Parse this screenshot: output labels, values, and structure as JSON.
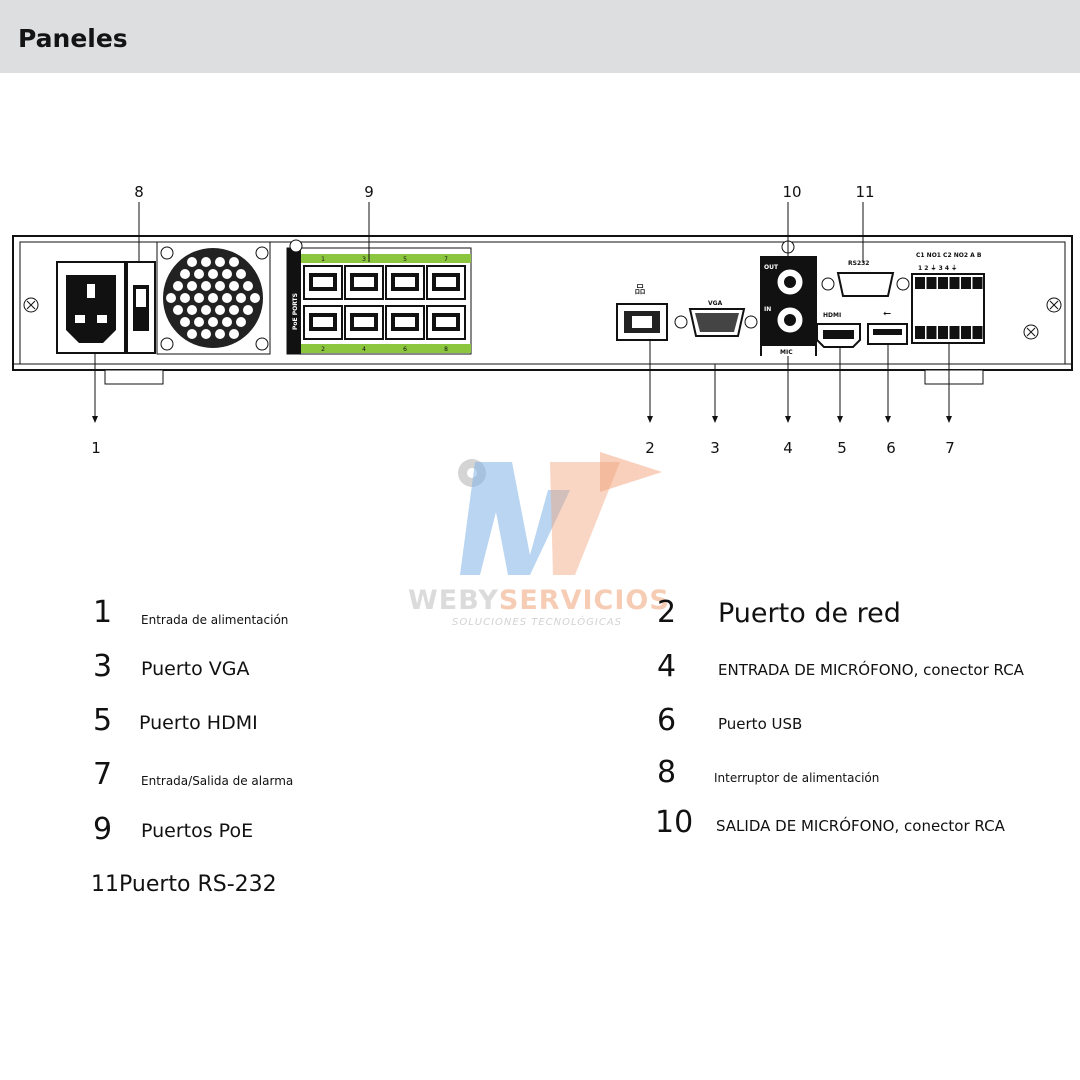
{
  "header": {
    "title": "Paneles"
  },
  "diagram": {
    "callouts_top": [
      "8",
      "9",
      "10",
      "11"
    ],
    "callouts_bottom": [
      "1",
      "2",
      "3",
      "4",
      "5",
      "6",
      "7"
    ],
    "labels": {
      "poe_ports": "PoE PORTS",
      "vga": "VGA",
      "rs232": "RS232",
      "out": "OUT",
      "in": "IN",
      "mic": "MIC",
      "hdmi": "HDMI",
      "alarm_header": "C1 NO1 C2 NO2  A   B",
      "alarm_pins": "1  2  ⏚  3  4  ⏚",
      "poe_top_numbers": [
        "1",
        "3",
        "5",
        "7"
      ],
      "poe_bottom_numbers": [
        "2",
        "4",
        "6",
        "8"
      ]
    }
  },
  "watermark": {
    "brand_gray": "WEBY",
    "brand_orange": "SERVICIOS",
    "tagline": "SOLUCIONES TECNOLÓGICAS"
  },
  "legend": [
    {
      "number": "1",
      "text": "Entrada de alimentación"
    },
    {
      "number": "2",
      "text": "Puerto de red"
    },
    {
      "number": "3",
      "text": "Puerto VGA"
    },
    {
      "number": "4",
      "text": "ENTRADA DE MICRÓFONO, conector RCA"
    },
    {
      "number": "5",
      "text": "Puerto HDMI"
    },
    {
      "number": "6",
      "text": "Puerto USB"
    },
    {
      "number": "7",
      "text": "Entrada/Salida de alarma"
    },
    {
      "number": "8",
      "text": "Interruptor de alimentación"
    },
    {
      "number": "9",
      "text": "Puertos PoE"
    },
    {
      "number": "10",
      "text": "SALIDA DE MICRÓFONO, conector RCA"
    },
    {
      "number": "11",
      "text": "Puerto RS-232"
    }
  ],
  "colors": {
    "header_bg": "#dcdee0",
    "poe_green": "#8cc63f",
    "watermark_blue": "#7fb2e5",
    "watermark_orange": "#f2a27a"
  }
}
